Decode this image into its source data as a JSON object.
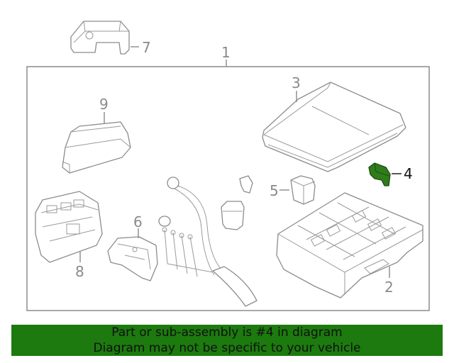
{
  "callouts": {
    "c1": "1",
    "c2": "2",
    "c3": "3",
    "c4": "4",
    "c5": "5",
    "c6": "6",
    "c7": "7",
    "c8": "8",
    "c9": "9"
  },
  "highlighted_part": "4",
  "colors": {
    "highlight": "#2e7d1a",
    "banner_bg": "#1c7a0e",
    "line_art": "#8c8c8c"
  },
  "banner": {
    "line1": "Part or sub-assembly is #4 in diagram",
    "line2": "Diagram may not be specific to your vehicle"
  }
}
